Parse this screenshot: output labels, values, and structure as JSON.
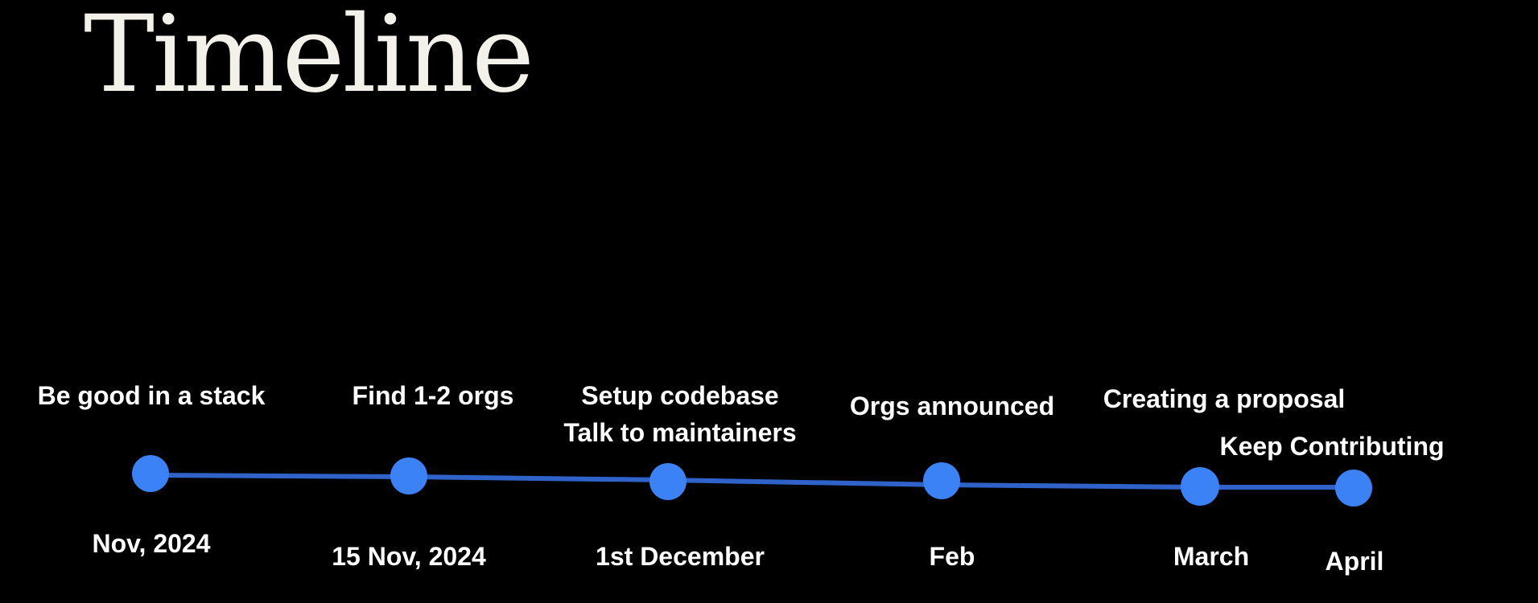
{
  "title": "Timeline",
  "colors": {
    "background": "#000000",
    "title": "#f4f1ea",
    "text": "#ffffff",
    "marker": "#3b82f6",
    "line": "#2f63c9"
  },
  "milestones": [
    {
      "event": "Be good in a stack",
      "date": "Nov, 2024"
    },
    {
      "event": "Find 1-2 orgs",
      "date": "15 Nov, 2024"
    },
    {
      "event": "Setup codebase",
      "event_line2": "Talk to maintainers",
      "date": "1st December"
    },
    {
      "event": "Orgs announced",
      "date": "Feb"
    },
    {
      "event": "Creating a proposal",
      "date": "March"
    },
    {
      "event": "Keep Contributing",
      "date": "April"
    }
  ]
}
